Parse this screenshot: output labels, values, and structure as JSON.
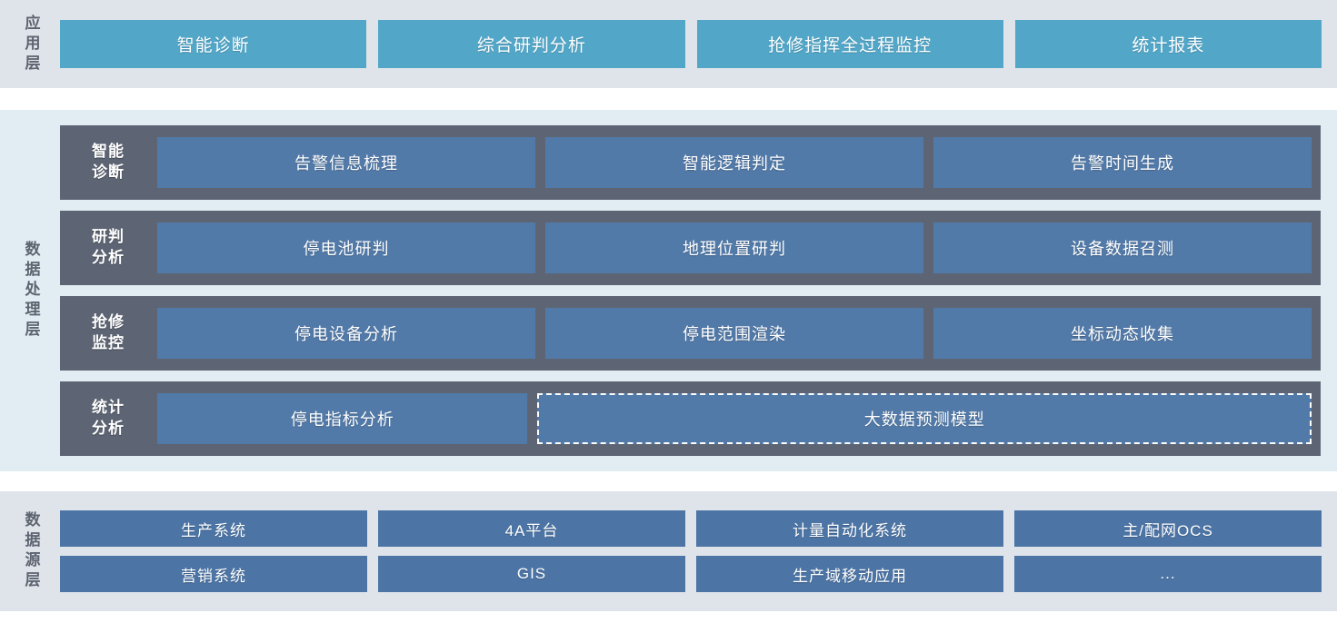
{
  "colors": {
    "page_background": "#ffffff",
    "application_band": "#dfe4ea",
    "application_box": "#52a7c9",
    "processing_band": "#e1ecf3",
    "processing_row": "#5d6574",
    "processing_box": "#527aa9",
    "source_band": "#dfe4ea",
    "source_box": "#4c75a6",
    "label_text": "#5d6470",
    "box_text": "#ffffff"
  },
  "application_layer": {
    "label": "应用层",
    "boxes": [
      {
        "label": "智能诊断"
      },
      {
        "label": "综合研判分析"
      },
      {
        "label": "抢修指挥全过程监控"
      },
      {
        "label": "统计报表"
      }
    ]
  },
  "processing_layer": {
    "label": "数据处理层",
    "rows": [
      {
        "label": "智能\n诊断",
        "boxes": [
          {
            "label": "告警信息梳理",
            "dashed": false
          },
          {
            "label": "智能逻辑判定",
            "dashed": false
          },
          {
            "label": "告警时间生成",
            "dashed": false
          }
        ]
      },
      {
        "label": "研判\n分析",
        "boxes": [
          {
            "label": "停电池研判",
            "dashed": false
          },
          {
            "label": "地理位置研判",
            "dashed": false
          },
          {
            "label": "设备数据召测",
            "dashed": false
          }
        ]
      },
      {
        "label": "抢修\n监控",
        "boxes": [
          {
            "label": "停电设备分析",
            "dashed": false
          },
          {
            "label": "停电范围渲染",
            "dashed": false
          },
          {
            "label": "坐标动态收集",
            "dashed": false
          }
        ]
      },
      {
        "label": "统计\n分析",
        "boxes": [
          {
            "label": "停电指标分析",
            "dashed": false
          },
          {
            "label": "大数据预测模型",
            "dashed": true
          }
        ]
      }
    ]
  },
  "source_layer": {
    "label": "数据源层",
    "rows": [
      [
        {
          "label": "生产系统"
        },
        {
          "label": "4A平台"
        },
        {
          "label": "计量自动化系统"
        },
        {
          "label": "主/配网OCS"
        }
      ],
      [
        {
          "label": "营销系统"
        },
        {
          "label": "GIS"
        },
        {
          "label": "生产域移动应用"
        },
        {
          "label": "..."
        }
      ]
    ]
  }
}
